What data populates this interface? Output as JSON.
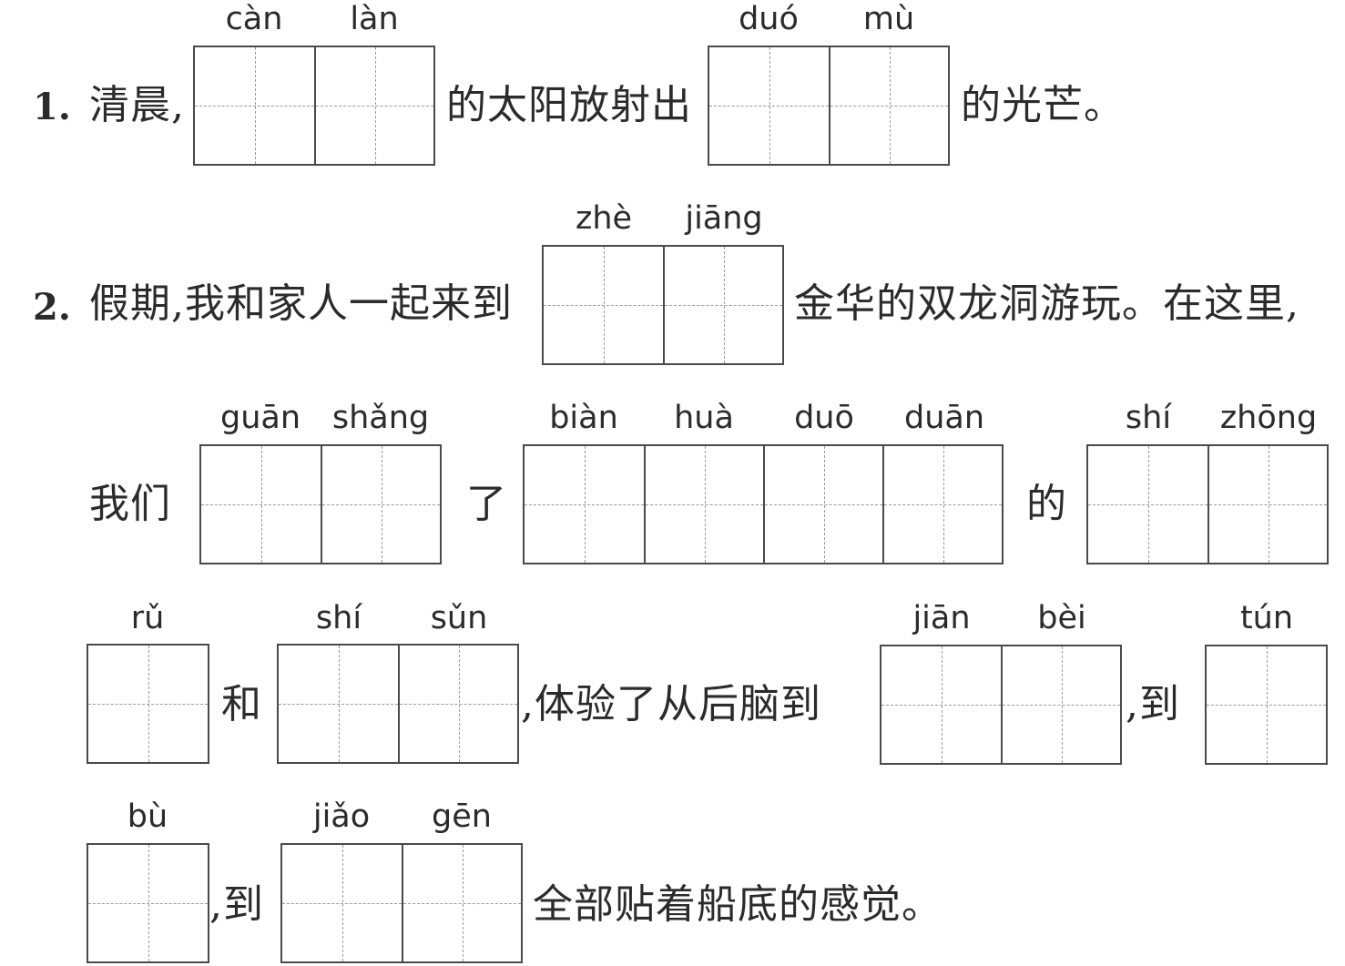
{
  "q1": {
    "number": "1.",
    "text_a": "清晨,",
    "text_b": "的太阳放射出",
    "text_c": "的光芒。",
    "pinyin": [
      "càn",
      "làn",
      "duó",
      "mù"
    ]
  },
  "q2": {
    "number": "2.",
    "text_a": "假期,我和家人一起来到",
    "text_b": "金华的双龙洞游玩。在这里,",
    "text_c": "我们",
    "text_d": "了",
    "text_e": "的",
    "text_f": "和",
    "text_g": ",体验了从后脑到",
    "text_h": ",到",
    "text_i": ",到",
    "text_j": "全部贴着船底的感觉。",
    "pinyin": [
      "zhè",
      "jiāng",
      "guān",
      "shǎng",
      "biàn",
      "huà",
      "duō",
      "duān",
      "shí",
      "zhōng",
      "rǔ",
      "shí",
      "sǔn",
      "jiān",
      "bèi",
      "tún",
      "bù",
      "jiǎo",
      "gēn"
    ]
  }
}
